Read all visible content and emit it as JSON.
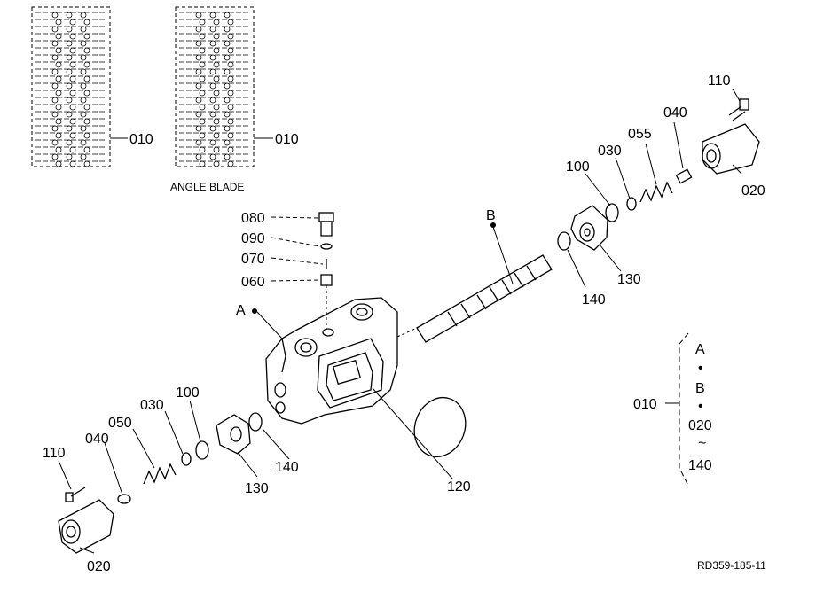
{
  "thumbnails": {
    "left_label": "010",
    "right_label": "010",
    "right_caption": "ANGLE BLADE"
  },
  "callouts": {
    "A": "A",
    "B": "B",
    "p080": "080",
    "p090": "090",
    "p070": "070",
    "p060": "060",
    "p110_top": "110",
    "p040_top": "040",
    "p055": "055",
    "p030_top": "030",
    "p100_top": "100",
    "p020_top": "020",
    "p130_top": "130",
    "p140_top": "140",
    "p100_bot": "100",
    "p030_bot": "030",
    "p050": "050",
    "p040_bot": "040",
    "p110_bot": "110",
    "p020_bot": "020",
    "p130_bot": "130",
    "p140_bot": "140",
    "p120": "120"
  },
  "legend": {
    "label": "010",
    "item_a": "A",
    "dot1": "•",
    "item_b": "B",
    "dot2": "•",
    "item_020": "020",
    "tilde": "~",
    "item_140": "140"
  },
  "footer": {
    "ref": "RD359-185-11"
  }
}
